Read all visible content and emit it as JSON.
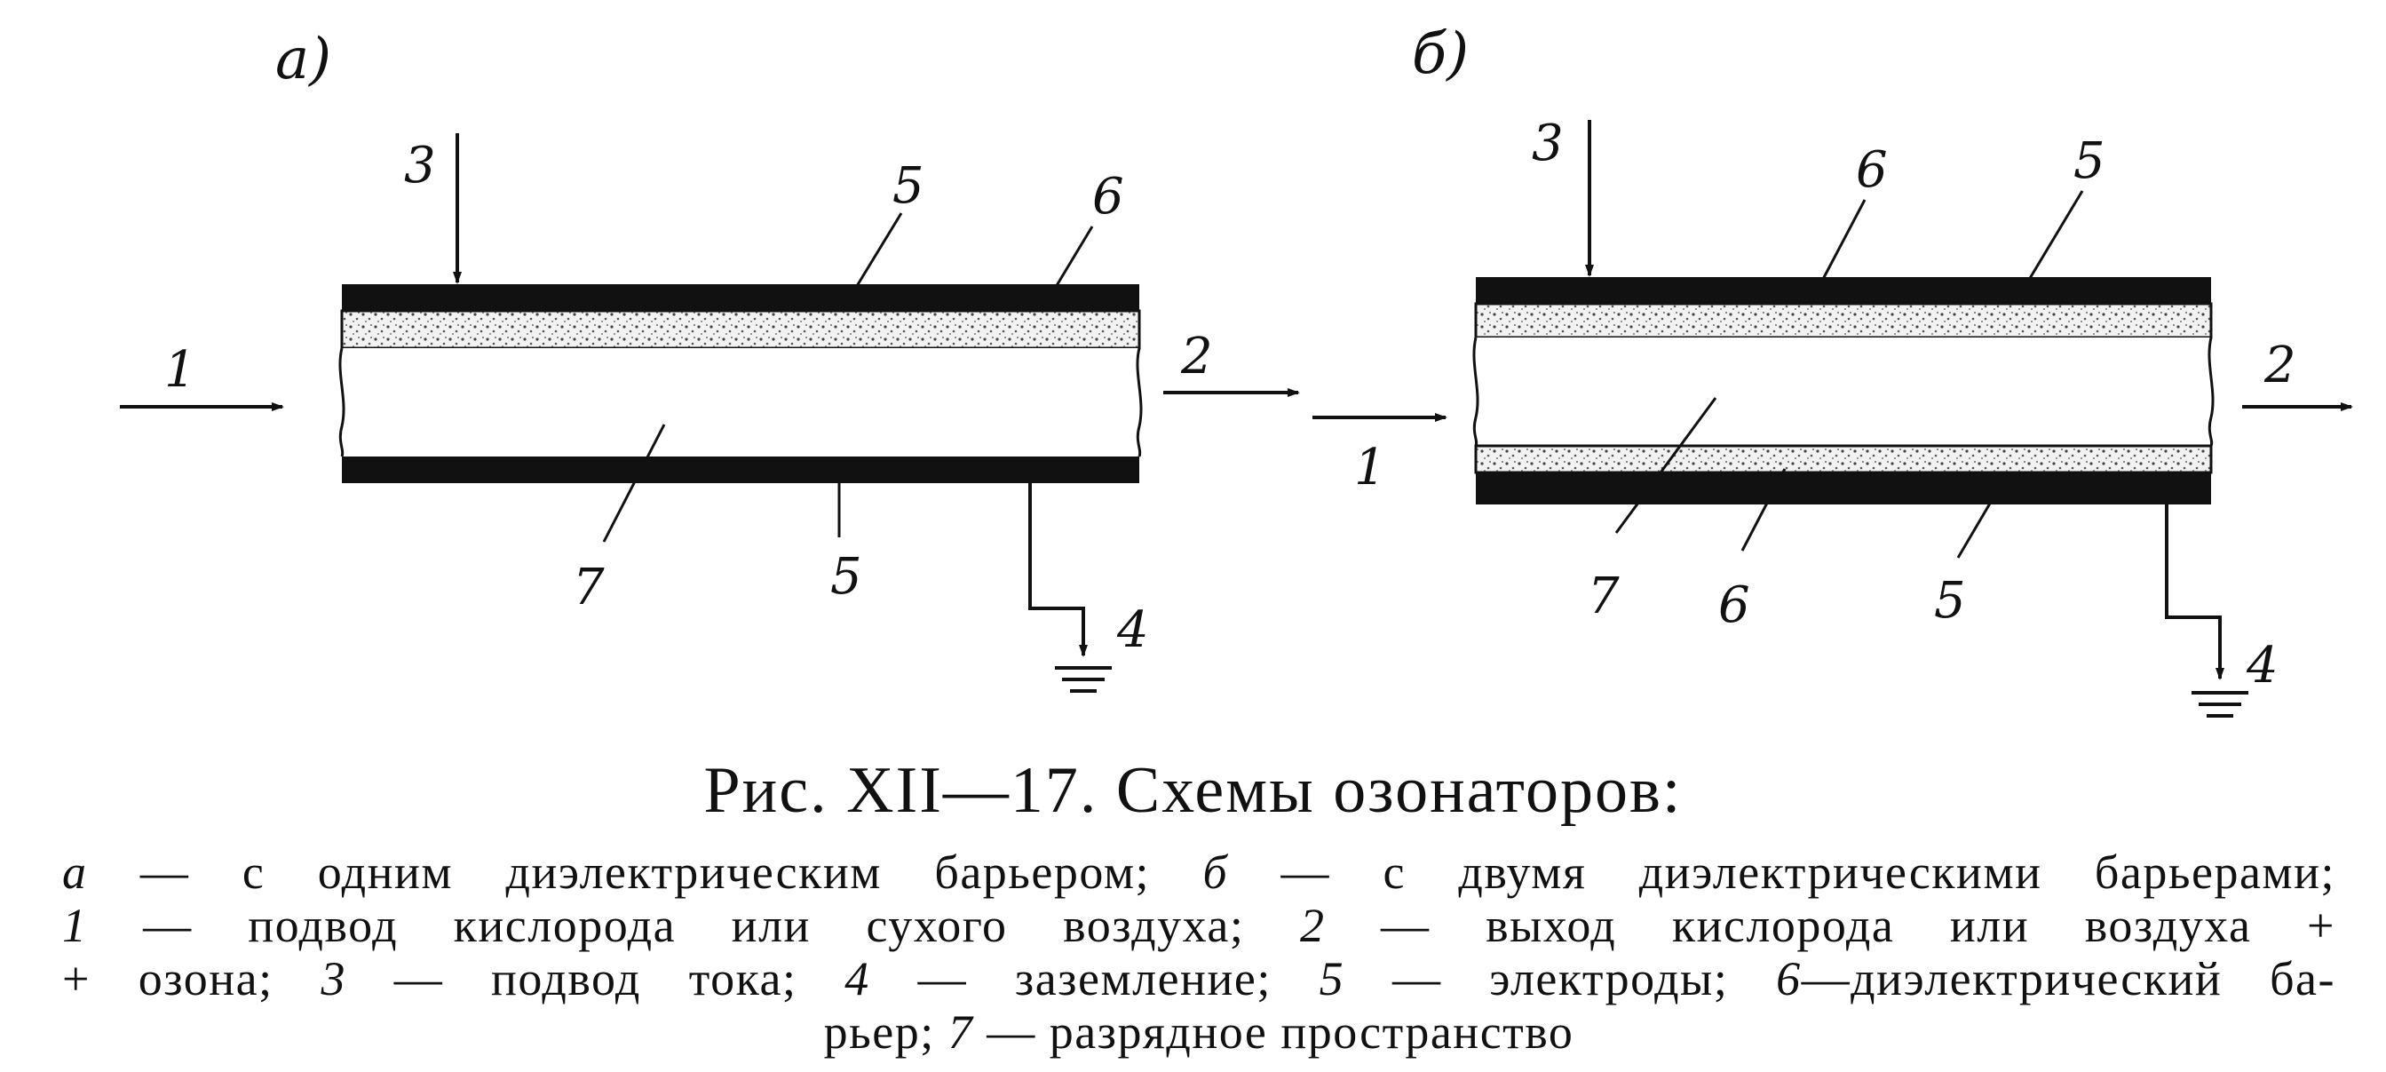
{
  "panels": {
    "a": {
      "label": "а)",
      "callouts": {
        "c1": "1",
        "c2": "2",
        "c3": "3",
        "c4": "4",
        "c5_top": "5",
        "c6": "6",
        "c7": "7",
        "c5_bottom": "5"
      }
    },
    "b": {
      "label": "б)",
      "callouts": {
        "c1": "1",
        "c2": "2",
        "c3": "3",
        "c4": "4",
        "c6_top": "6",
        "c5_top": "5",
        "c7": "7",
        "c6_bottom": "6",
        "c5_bottom": "5"
      }
    }
  },
  "caption": {
    "title": "Рис. XII—17. Схемы озонаторов:",
    "legend": {
      "l1a": "а",
      "l1b": " — с одним диэлектрическим барьером; ",
      "l1c": "б",
      "l1d": " — с двумя диэлектрическими барьерами;",
      "l2a": "1",
      "l2b": " — подвод кислорода или сухого воздуха;  ",
      "l2c": "2",
      "l2d": " — выход кислорода или воздуха +",
      "l3a": "+ озона; ",
      "l3b": "3",
      "l3c": " — подвод тока; ",
      "l3d": "4",
      "l3e": " — заземление; ",
      "l3f": "5",
      "l3g": " — электроды; ",
      "l3h": "6",
      "l3i": "—диэлектрический ба-",
      "l4a": "рьер; ",
      "l4b": "7",
      "l4c": " — разрядное пространство"
    }
  },
  "colors": {
    "ink": "#111111",
    "paper": "#ffffff",
    "dielectric": "#e6e6e6"
  }
}
